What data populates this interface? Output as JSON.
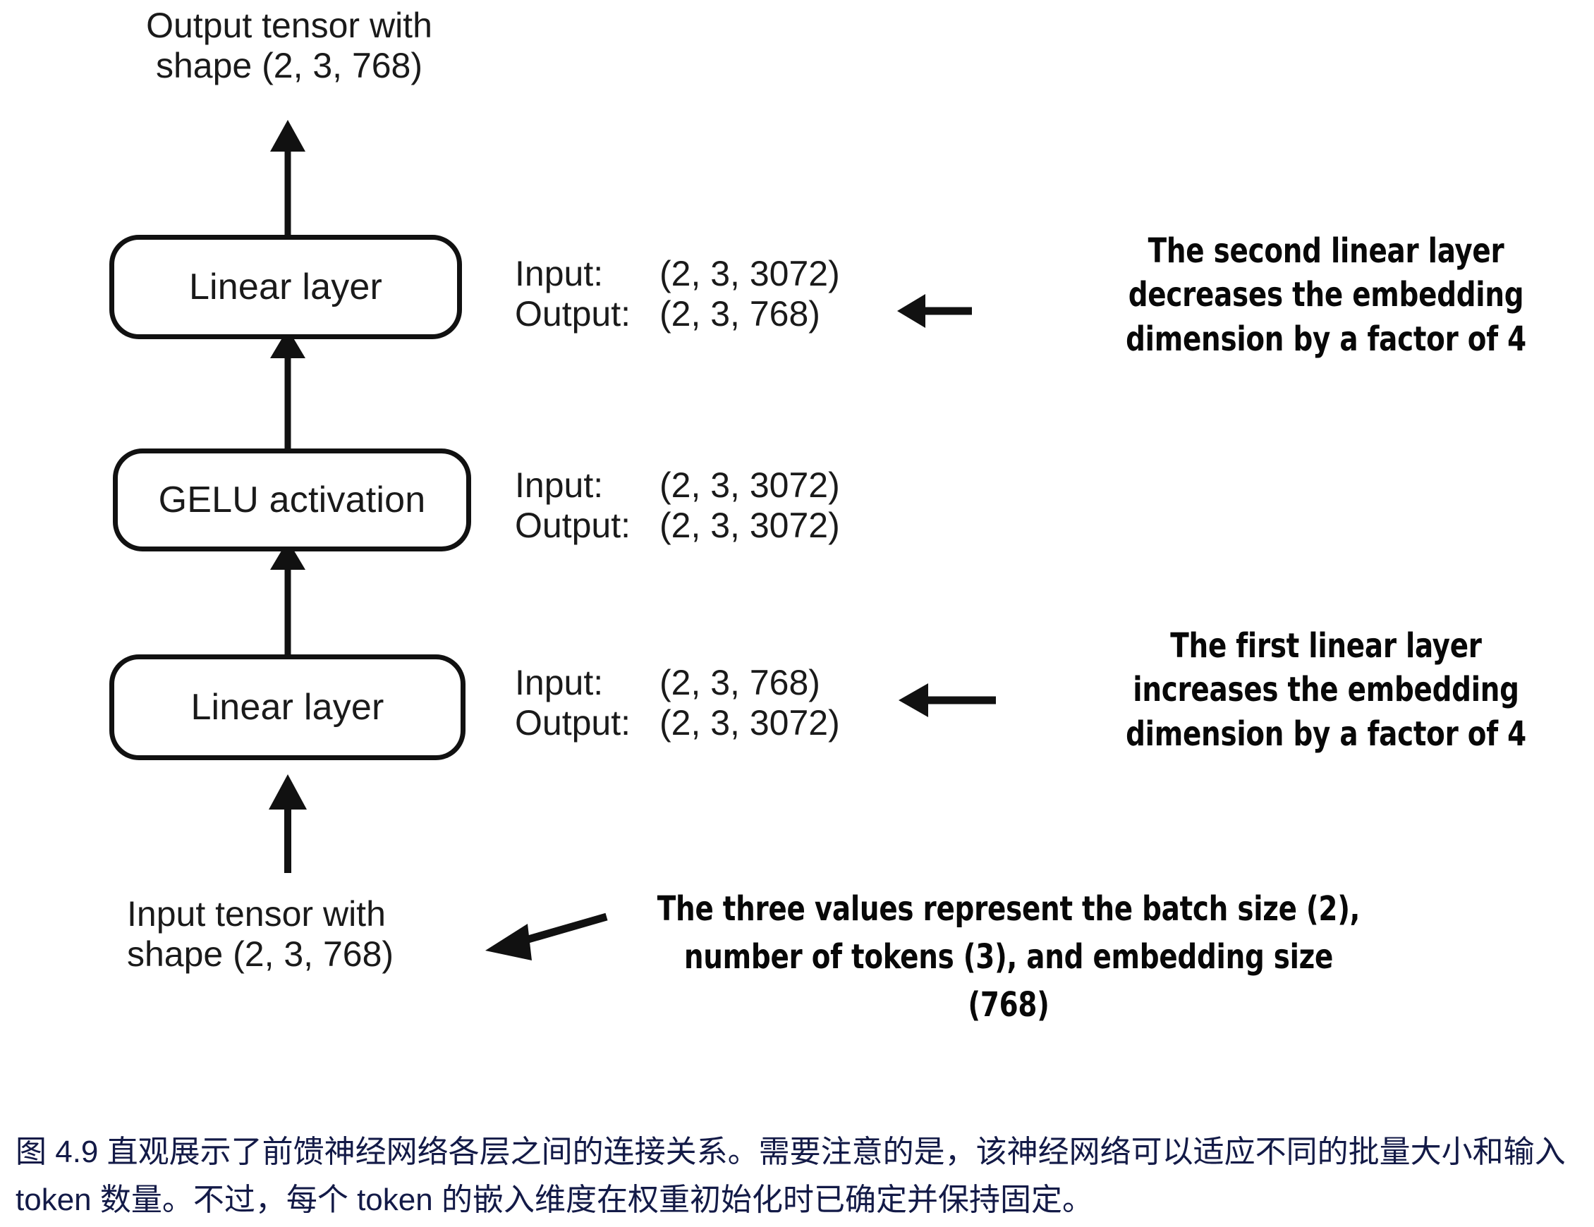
{
  "figure": {
    "top_label": "Output tensor with\nshape (2, 3, 768)",
    "bottom_label": "Input tensor with\nshape (2, 3, 768)",
    "nodes": [
      {
        "id": "linear-2",
        "label": "Linear layer"
      },
      {
        "id": "gelu",
        "label": "GELU activation"
      },
      {
        "id": "linear-1",
        "label": "Linear layer"
      }
    ],
    "io_blocks": [
      {
        "for": "linear-2",
        "input_key": "Input:",
        "input_value": "(2, 3, 3072)",
        "output_key": "Output:",
        "output_value": "(2, 3, 768)"
      },
      {
        "for": "gelu",
        "input_key": "Input:",
        "input_value": "(2, 3, 3072)",
        "output_key": "Output:",
        "output_value": "(2, 3, 3072)"
      },
      {
        "for": "linear-1",
        "input_key": "Input:",
        "input_value": "(2, 3, 768)",
        "output_key": "Output:",
        "output_value": "(2, 3, 3072)"
      }
    ],
    "annotations": [
      {
        "id": "second-linear-note",
        "text": "The second linear layer\ndecreases the embedding\ndimension by a factor of 4"
      },
      {
        "id": "first-linear-note",
        "text": "The first linear layer\nincreases the embedding\ndimension by a factor of 4"
      },
      {
        "id": "three-values-note",
        "text": "The three values represent the batch size (2),\nnumber of tokens (3), and embedding size\n(768)"
      }
    ],
    "colors": {
      "stroke": "#111111",
      "text": "#1a1a1a",
      "annotation": "#080808",
      "caption": "#131a47",
      "background": "#ffffff"
    }
  },
  "caption": {
    "text": "图 4.9 直观展示了前馈神经网络各层之间的连接关系。需要注意的是，该神经网络可以适应不同的批量大小和输入 token 数量。不过，每个 token 的嵌入维度在权重初始化时已确定并保持固定。"
  }
}
